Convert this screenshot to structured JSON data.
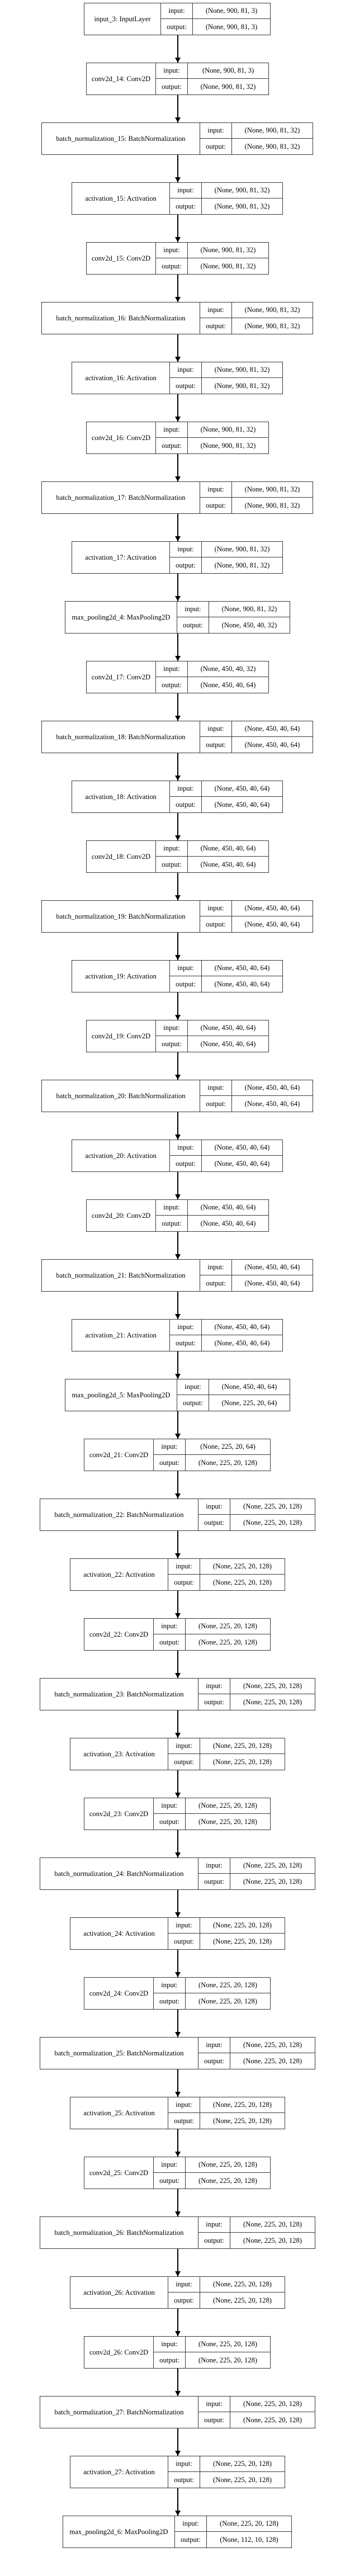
{
  "graph": {
    "title": "Keras model architecture graph",
    "orientation": "top-to-bottom",
    "io_labels": {
      "input": "input:",
      "output": "output:"
    },
    "nodes": [
      {
        "id": "input_3",
        "name": "input_3: InputLayer",
        "input": "(None, 900, 81, 3)",
        "output": "(None, 900, 81, 3)"
      },
      {
        "id": "conv2d_14",
        "name": "conv2d_14: Conv2D",
        "input": "(None, 900, 81, 3)",
        "output": "(None, 900, 81, 32)"
      },
      {
        "id": "batch_normalization_15",
        "name": "batch_normalization_15: BatchNormalization",
        "input": "(None, 900, 81, 32)",
        "output": "(None, 900, 81, 32)"
      },
      {
        "id": "activation_15",
        "name": "activation_15: Activation",
        "input": "(None, 900, 81, 32)",
        "output": "(None, 900, 81, 32)"
      },
      {
        "id": "conv2d_15",
        "name": "conv2d_15: Conv2D",
        "input": "(None, 900, 81, 32)",
        "output": "(None, 900, 81, 32)"
      },
      {
        "id": "batch_normalization_16",
        "name": "batch_normalization_16: BatchNormalization",
        "input": "(None, 900, 81, 32)",
        "output": "(None, 900, 81, 32)"
      },
      {
        "id": "activation_16",
        "name": "activation_16: Activation",
        "input": "(None, 900, 81, 32)",
        "output": "(None, 900, 81, 32)"
      },
      {
        "id": "conv2d_16",
        "name": "conv2d_16: Conv2D",
        "input": "(None, 900, 81, 32)",
        "output": "(None, 900, 81, 32)"
      },
      {
        "id": "batch_normalization_17",
        "name": "batch_normalization_17: BatchNormalization",
        "input": "(None, 900, 81, 32)",
        "output": "(None, 900, 81, 32)"
      },
      {
        "id": "activation_17",
        "name": "activation_17: Activation",
        "input": "(None, 900, 81, 32)",
        "output": "(None, 900, 81, 32)"
      },
      {
        "id": "max_pooling2d_4",
        "name": "max_pooling2d_4: MaxPooling2D",
        "input": "(None, 900, 81, 32)",
        "output": "(None, 450, 40, 32)"
      },
      {
        "id": "conv2d_17",
        "name": "conv2d_17: Conv2D",
        "input": "(None, 450, 40, 32)",
        "output": "(None, 450, 40, 64)"
      },
      {
        "id": "batch_normalization_18",
        "name": "batch_normalization_18: BatchNormalization",
        "input": "(None, 450, 40, 64)",
        "output": "(None, 450, 40, 64)"
      },
      {
        "id": "activation_18",
        "name": "activation_18: Activation",
        "input": "(None, 450, 40, 64)",
        "output": "(None, 450, 40, 64)"
      },
      {
        "id": "conv2d_18",
        "name": "conv2d_18: Conv2D",
        "input": "(None, 450, 40, 64)",
        "output": "(None, 450, 40, 64)"
      },
      {
        "id": "batch_normalization_19",
        "name": "batch_normalization_19: BatchNormalization",
        "input": "(None, 450, 40, 64)",
        "output": "(None, 450, 40, 64)"
      },
      {
        "id": "activation_19",
        "name": "activation_19: Activation",
        "input": "(None, 450, 40, 64)",
        "output": "(None, 450, 40, 64)"
      },
      {
        "id": "conv2d_19",
        "name": "conv2d_19: Conv2D",
        "input": "(None, 450, 40, 64)",
        "output": "(None, 450, 40, 64)"
      },
      {
        "id": "batch_normalization_20",
        "name": "batch_normalization_20: BatchNormalization",
        "input": "(None, 450, 40, 64)",
        "output": "(None, 450, 40, 64)"
      },
      {
        "id": "activation_20",
        "name": "activation_20: Activation",
        "input": "(None, 450, 40, 64)",
        "output": "(None, 450, 40, 64)"
      },
      {
        "id": "conv2d_20",
        "name": "conv2d_20: Conv2D",
        "input": "(None, 450, 40, 64)",
        "output": "(None, 450, 40, 64)"
      },
      {
        "id": "batch_normalization_21",
        "name": "batch_normalization_21: BatchNormalization",
        "input": "(None, 450, 40, 64)",
        "output": "(None, 450, 40, 64)"
      },
      {
        "id": "activation_21",
        "name": "activation_21: Activation",
        "input": "(None, 450, 40, 64)",
        "output": "(None, 450, 40, 64)"
      },
      {
        "id": "max_pooling2d_5",
        "name": "max_pooling2d_5: MaxPooling2D",
        "input": "(None, 450, 40, 64)",
        "output": "(None, 225, 20, 64)"
      },
      {
        "id": "conv2d_21",
        "name": "conv2d_21: Conv2D",
        "input": "(None, 225, 20, 64)",
        "output": "(None, 225, 20, 128)"
      },
      {
        "id": "batch_normalization_22",
        "name": "batch_normalization_22: BatchNormalization",
        "input": "(None, 225, 20, 128)",
        "output": "(None, 225, 20, 128)"
      },
      {
        "id": "activation_22",
        "name": "activation_22: Activation",
        "input": "(None, 225, 20, 128)",
        "output": "(None, 225, 20, 128)"
      },
      {
        "id": "conv2d_22",
        "name": "conv2d_22: Conv2D",
        "input": "(None, 225, 20, 128)",
        "output": "(None, 225, 20, 128)"
      },
      {
        "id": "batch_normalization_23",
        "name": "batch_normalization_23: BatchNormalization",
        "input": "(None, 225, 20, 128)",
        "output": "(None, 225, 20, 128)"
      },
      {
        "id": "activation_23",
        "name": "activation_23: Activation",
        "input": "(None, 225, 20, 128)",
        "output": "(None, 225, 20, 128)"
      },
      {
        "id": "conv2d_23",
        "name": "conv2d_23: Conv2D",
        "input": "(None, 225, 20, 128)",
        "output": "(None, 225, 20, 128)"
      },
      {
        "id": "batch_normalization_24",
        "name": "batch_normalization_24: BatchNormalization",
        "input": "(None, 225, 20, 128)",
        "output": "(None, 225, 20, 128)"
      },
      {
        "id": "activation_24",
        "name": "activation_24: Activation",
        "input": "(None, 225, 20, 128)",
        "output": "(None, 225, 20, 128)"
      },
      {
        "id": "conv2d_24",
        "name": "conv2d_24: Conv2D",
        "input": "(None, 225, 20, 128)",
        "output": "(None, 225, 20, 128)"
      },
      {
        "id": "batch_normalization_25",
        "name": "batch_normalization_25: BatchNormalization",
        "input": "(None, 225, 20, 128)",
        "output": "(None, 225, 20, 128)"
      },
      {
        "id": "activation_25",
        "name": "activation_25: Activation",
        "input": "(None, 225, 20, 128)",
        "output": "(None, 225, 20, 128)"
      },
      {
        "id": "conv2d_25",
        "name": "conv2d_25: Conv2D",
        "input": "(None, 225, 20, 128)",
        "output": "(None, 225, 20, 128)"
      },
      {
        "id": "batch_normalization_26",
        "name": "batch_normalization_26: BatchNormalization",
        "input": "(None, 225, 20, 128)",
        "output": "(None, 225, 20, 128)"
      },
      {
        "id": "activation_26",
        "name": "activation_26: Activation",
        "input": "(None, 225, 20, 128)",
        "output": "(None, 225, 20, 128)"
      },
      {
        "id": "conv2d_26",
        "name": "conv2d_26: Conv2D",
        "input": "(None, 225, 20, 128)",
        "output": "(None, 225, 20, 128)"
      },
      {
        "id": "batch_normalization_27",
        "name": "batch_normalization_27: BatchNormalization",
        "input": "(None, 225, 20, 128)",
        "output": "(None, 225, 20, 128)"
      },
      {
        "id": "activation_27",
        "name": "activation_27: Activation",
        "input": "(None, 225, 20, 128)",
        "output": "(None, 225, 20, 128)"
      },
      {
        "id": "max_pooling2d_6",
        "name": "max_pooling2d_6: MaxPooling2D",
        "input": "(None, 225, 20, 128)",
        "output": "(None, 112, 10, 128)"
      }
    ],
    "edges": [
      {
        "from": "input_3",
        "to": "conv2d_14"
      },
      {
        "from": "conv2d_14",
        "to": "batch_normalization_15"
      },
      {
        "from": "batch_normalization_15",
        "to": "activation_15"
      },
      {
        "from": "activation_15",
        "to": "conv2d_15"
      },
      {
        "from": "conv2d_15",
        "to": "batch_normalization_16"
      },
      {
        "from": "batch_normalization_16",
        "to": "activation_16"
      },
      {
        "from": "activation_16",
        "to": "conv2d_16"
      },
      {
        "from": "conv2d_16",
        "to": "batch_normalization_17"
      },
      {
        "from": "batch_normalization_17",
        "to": "activation_17"
      },
      {
        "from": "activation_17",
        "to": "max_pooling2d_4"
      },
      {
        "from": "max_pooling2d_4",
        "to": "conv2d_17"
      },
      {
        "from": "conv2d_17",
        "to": "batch_normalization_18"
      },
      {
        "from": "batch_normalization_18",
        "to": "activation_18"
      },
      {
        "from": "activation_18",
        "to": "conv2d_18"
      },
      {
        "from": "conv2d_18",
        "to": "batch_normalization_19"
      },
      {
        "from": "batch_normalization_19",
        "to": "activation_19"
      },
      {
        "from": "activation_19",
        "to": "conv2d_19"
      },
      {
        "from": "conv2d_19",
        "to": "batch_normalization_20"
      },
      {
        "from": "batch_normalization_20",
        "to": "activation_20"
      },
      {
        "from": "activation_20",
        "to": "conv2d_20"
      },
      {
        "from": "conv2d_20",
        "to": "batch_normalization_21"
      },
      {
        "from": "batch_normalization_21",
        "to": "activation_21"
      },
      {
        "from": "activation_21",
        "to": "max_pooling2d_5"
      },
      {
        "from": "max_pooling2d_5",
        "to": "conv2d_21"
      },
      {
        "from": "conv2d_21",
        "to": "batch_normalization_22"
      },
      {
        "from": "batch_normalization_22",
        "to": "activation_22"
      },
      {
        "from": "activation_22",
        "to": "conv2d_22"
      },
      {
        "from": "conv2d_22",
        "to": "batch_normalization_23"
      },
      {
        "from": "batch_normalization_23",
        "to": "activation_23"
      },
      {
        "from": "activation_23",
        "to": "conv2d_23"
      },
      {
        "from": "conv2d_23",
        "to": "batch_normalization_24"
      },
      {
        "from": "batch_normalization_24",
        "to": "activation_24"
      },
      {
        "from": "activation_24",
        "to": "conv2d_24"
      },
      {
        "from": "conv2d_24",
        "to": "batch_normalization_25"
      },
      {
        "from": "batch_normalization_25",
        "to": "activation_25"
      },
      {
        "from": "activation_25",
        "to": "conv2d_25"
      },
      {
        "from": "conv2d_25",
        "to": "batch_normalization_26"
      },
      {
        "from": "batch_normalization_26",
        "to": "activation_26"
      },
      {
        "from": "activation_26",
        "to": "conv2d_26"
      },
      {
        "from": "conv2d_26",
        "to": "batch_normalization_27"
      },
      {
        "from": "batch_normalization_27",
        "to": "activation_27"
      },
      {
        "from": "activation_27",
        "to": "max_pooling2d_6"
      }
    ]
  }
}
